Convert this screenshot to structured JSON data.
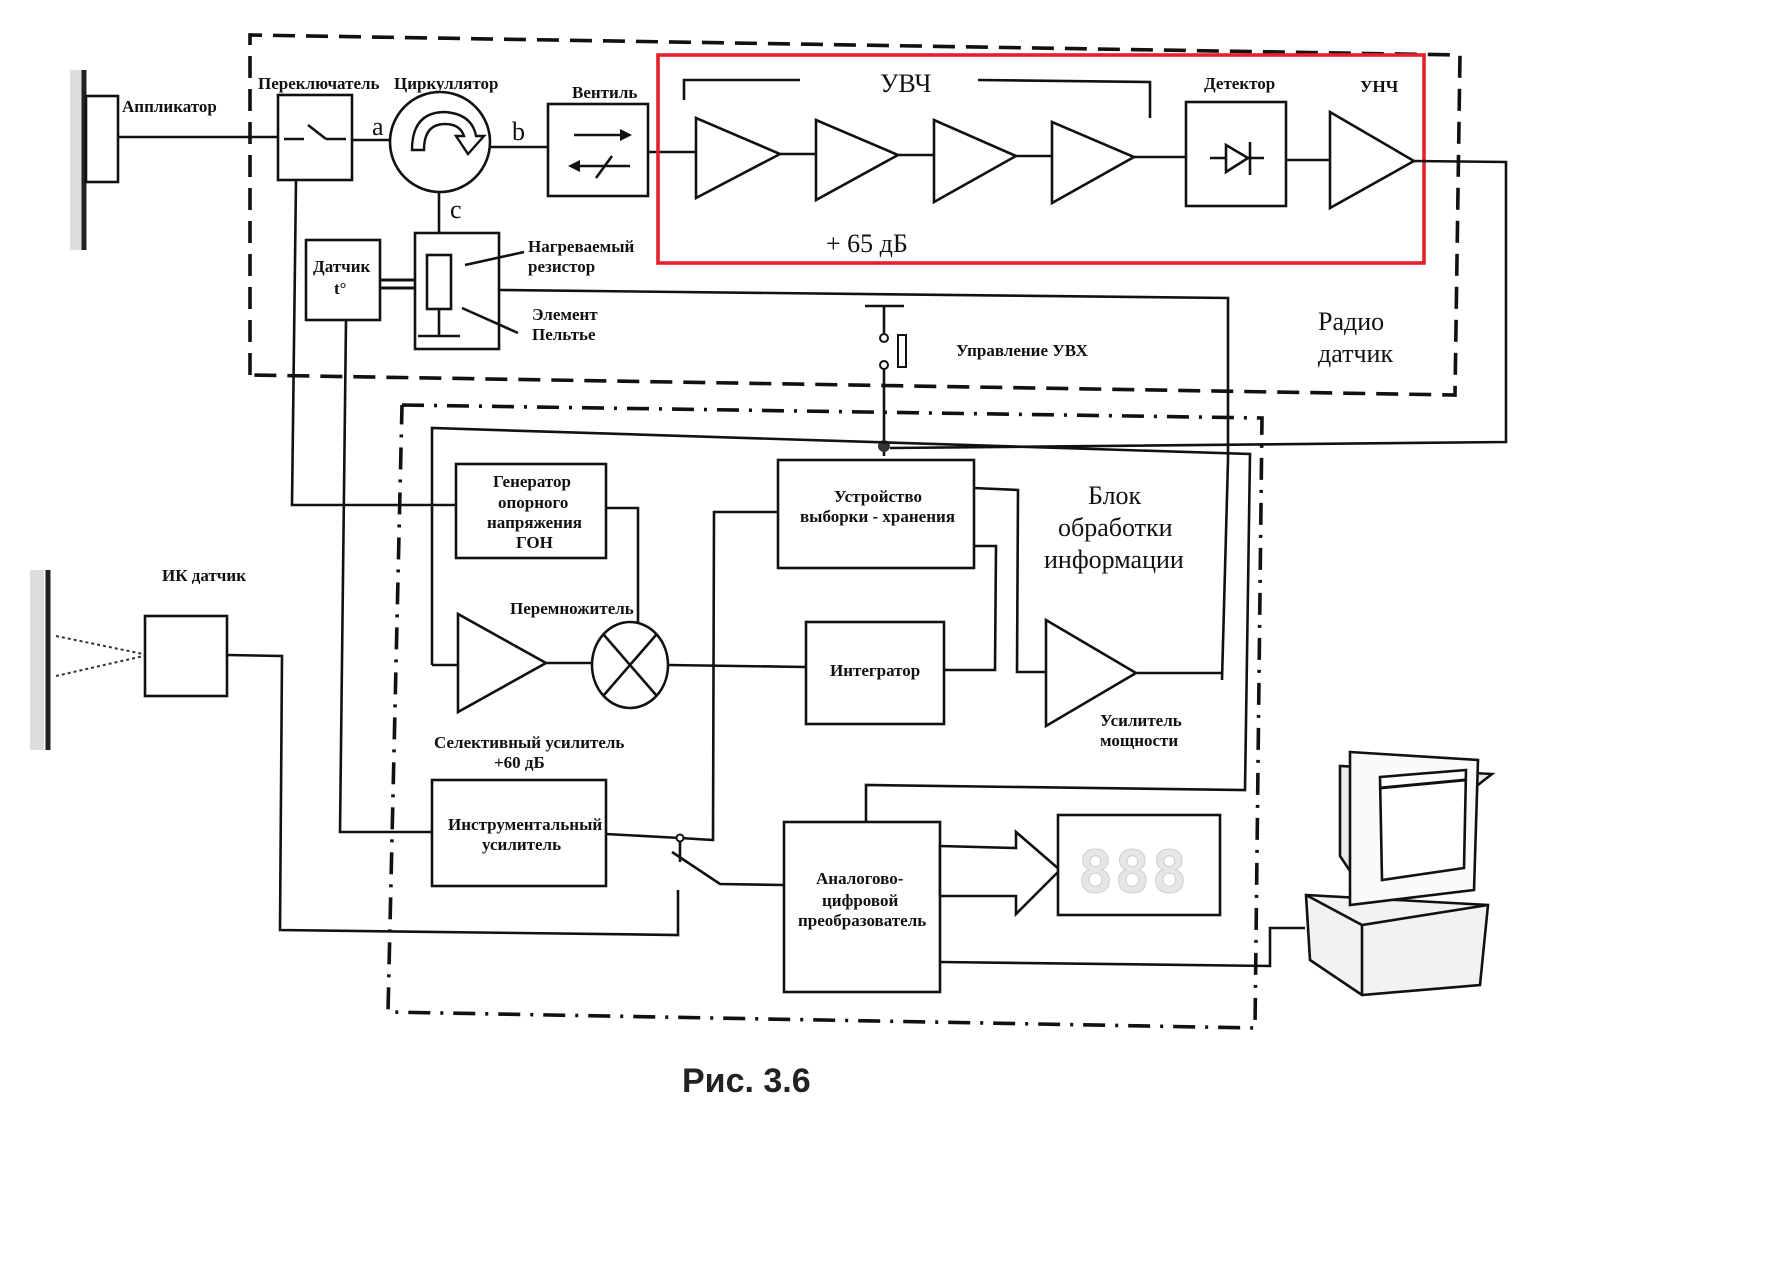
{
  "figure": {
    "caption": "Рис. 3.6",
    "highlight_color": "#e4212b",
    "line_color": "#111111"
  },
  "objects": {
    "applicator": "Аппликатор",
    "ir_sensor": "ИК датчик"
  },
  "radio_sensor": {
    "group_label_line1": "Радио",
    "group_label_line2": "датчик",
    "switch": "Переключатель",
    "circulator": "Циркуллятор",
    "port_a": "a",
    "port_b": "b",
    "port_c": "c",
    "isolator": "Вентиль",
    "temp_sensor_line1": "Датчик",
    "temp_sensor_line2": "t°",
    "heated_resistor_line1": "Нагреваемый",
    "heated_resistor_line2": "резистор",
    "peltier_line1": "Элемент",
    "peltier_line2": "Пельтье",
    "hf_amp": "УВЧ",
    "hf_gain": "+ 65 дБ",
    "detector": "Детектор",
    "lf_amp": "УНЧ"
  },
  "control": {
    "uvx_control": "Управление УВХ"
  },
  "processing_block": {
    "title_line1": "Блок",
    "title_line2": "обработки",
    "title_line3": "информации",
    "reference_gen_line1": "Генератор",
    "reference_gen_line2": "опорного",
    "reference_gen_line3": "напряжения",
    "reference_gen_line4": "ГОН",
    "multiplier": "Перемножитель",
    "selective_amp_line1": "Селективный усилитель",
    "selective_amp_line2": "+60 дБ",
    "sample_hold_line1": "Устройство",
    "sample_hold_line2": "выборки - хранения",
    "integrator": "Интегратор",
    "power_amp_line1": "Усилитель",
    "power_amp_line2": "мощности",
    "instr_amp_line1": "Инструментальный",
    "instr_amp_line2": "усилитель",
    "adc_line1": "Аналогово-",
    "adc_line2": "цифровой",
    "adc_line3": "преобразователь",
    "display_digits": "888"
  },
  "icons": {
    "computer": "computer-icon",
    "diode": "diode-icon",
    "switch": "switch-icon",
    "circulator_arrow": "circular-arrow-icon"
  }
}
